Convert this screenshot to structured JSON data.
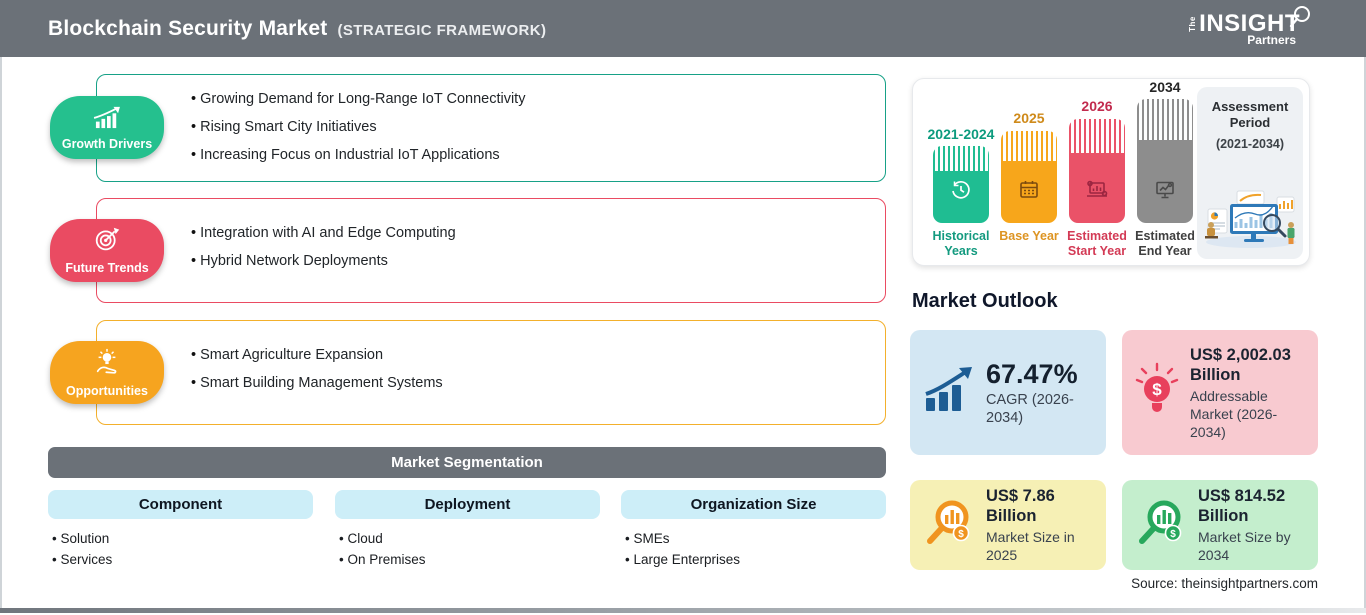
{
  "header": {
    "title": "Blockchain Security Market",
    "subtitle": "(STRATEGIC FRAMEWORK)",
    "logo": {
      "the": "The",
      "insight": "INSIGHT",
      "partners": "Partners"
    }
  },
  "drivers": {
    "label": "Growth Drivers",
    "items": [
      "Growing Demand for Long-Range IoT Connectivity",
      "Rising Smart City Initiatives",
      "Increasing Focus on Industrial IoT Applications"
    ]
  },
  "trends": {
    "label": "Future Trends",
    "items": [
      "Integration with AI and Edge Computing",
      "Hybrid Network Deployments"
    ]
  },
  "opportunities": {
    "label": "Opportunities",
    "items": [
      "Smart Agriculture Expansion",
      "Smart Building Management Systems"
    ]
  },
  "segmentation": {
    "title": "Market Segmentation",
    "columns": [
      {
        "header": "Component",
        "items": [
          "Solution",
          "Services"
        ]
      },
      {
        "header": "Deployment",
        "items": [
          "Cloud",
          "On Premises"
        ]
      },
      {
        "header": "Organization Size",
        "items": [
          "SMEs",
          "Large Enterprises"
        ]
      }
    ]
  },
  "timeline": {
    "bars": [
      {
        "year": "2021-2024",
        "label": "Historical Years",
        "color": "#1fbd92",
        "icon": "history-icon"
      },
      {
        "year": "2025",
        "label": "Base Year",
        "color": "#f7a61b",
        "icon": "calendar-icon"
      },
      {
        "year": "2026",
        "label": "Estimated Start Year",
        "color": "#ea5268",
        "icon": "laptop-analytics-icon"
      },
      {
        "year": "2034",
        "label": "Estimated End Year",
        "color": "#8d8d8d",
        "icon": "monitor-chart-icon"
      }
    ],
    "assessment": {
      "title": "Assessment Period",
      "range": "(2021-2034)"
    }
  },
  "outlook": {
    "title": "Market Outlook",
    "cards": [
      {
        "value": "67.47%",
        "desc": "CAGR (2026-2034)",
        "bg": "#d3e7f3",
        "icon": "growth-chart-icon",
        "icon_color": "#1d5d94"
      },
      {
        "value": "US$ 2,002.03 Billion",
        "desc": "Addressable Market (2026-2034)",
        "bg": "#f8cad0",
        "icon": "dollar-bulb-icon",
        "icon_color": "#e8405c"
      },
      {
        "value": "US$ 7.86 Billion",
        "desc": "Market Size in 2025",
        "bg": "#f6f0b5",
        "icon": "magnifier-chart-icon",
        "icon_color": "#f0941f"
      },
      {
        "value": "US$ 814.52 Billion",
        "desc": "Market Size by 2034",
        "bg": "#c4eecd",
        "icon": "magnifier-chart-icon",
        "icon_color": "#27a85c"
      }
    ]
  },
  "source": "Source: theinsightpartners.com",
  "colors": {
    "header_bg": "#6b7178",
    "growth_green": "#25c08e",
    "trends_red": "#ea4b62",
    "opportunities_orange": "#f6a41f",
    "segmentation_bar_bg": "#6b7178",
    "column_header_bg": "#cdeef8"
  }
}
